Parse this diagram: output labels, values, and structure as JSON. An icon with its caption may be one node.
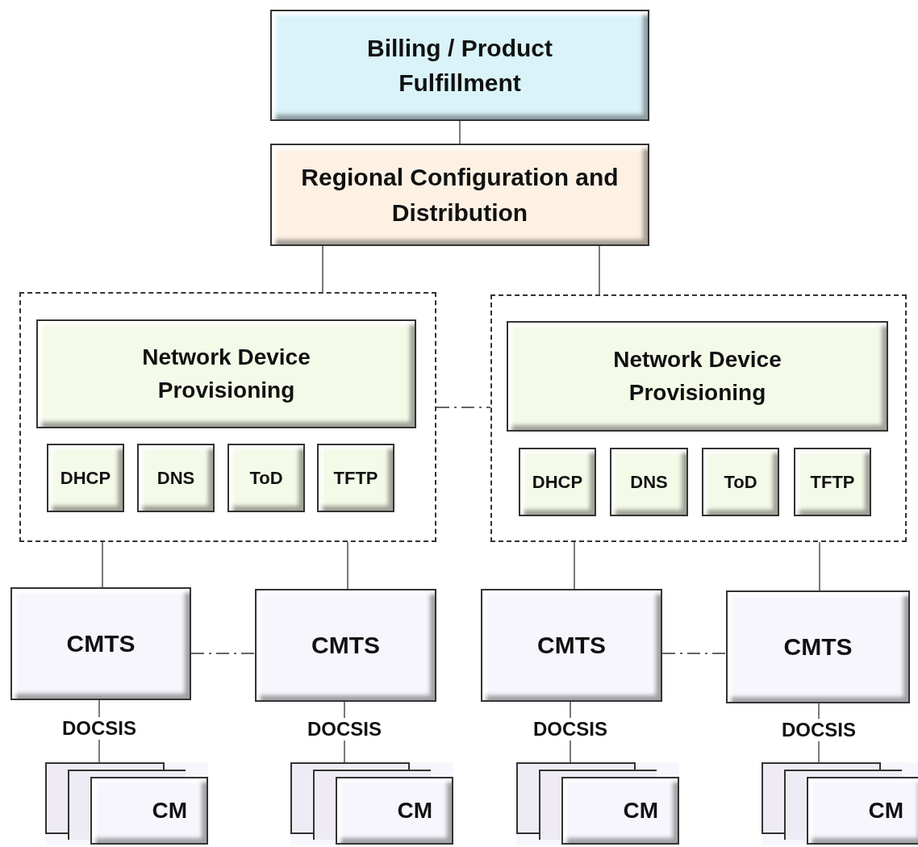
{
  "diagram": {
    "nodes": [
      {
        "text": [
          "Billing / Product Fulfillment"
        ]
      },
      {
        "text": [
          "Regional Configuration and Distribution"
        ]
      },
      {
        "text": [],
        "shape": "box"
      },
      {
        "text": [
          "Network Device Provisioning"
        ],
        "in": 2
      },
      {
        "text": [
          "DHCP"
        ],
        "in": 2
      },
      {
        "text": [
          "DNS"
        ],
        "in": 2
      },
      {
        "text": [
          "ToD"
        ],
        "in": 2
      },
      {
        "text": [
          "TFTP"
        ],
        "in": 2
      },
      {
        "text": [],
        "shape": "box"
      },
      {
        "text": [
          "Network Device Provisioning"
        ],
        "in": 8
      },
      {
        "text": [
          "DHCP"
        ],
        "in": 8
      },
      {
        "text": [
          "DNS"
        ],
        "in": 8
      },
      {
        "text": [
          "ToD"
        ],
        "in": 8
      },
      {
        "text": [
          "TFTP"
        ],
        "in": 8
      },
      {
        "text": [
          "CMTS"
        ]
      },
      {
        "text": [
          "CMTS"
        ]
      },
      {
        "text": [
          "CMTS"
        ]
      },
      {
        "text": [
          "CMTS"
        ]
      },
      {
        "text": [
          "CM"
        ]
      },
      {
        "text": [
          "CM"
        ]
      },
      {
        "text": [
          "CM"
        ]
      },
      {
        "text": [
          "CM"
        ]
      }
    ],
    "edges": [
      {
        "from": 0,
        "to": 1,
        "arrow": "none"
      },
      {
        "from": 1,
        "to": 2,
        "arrow": "none"
      },
      {
        "from": 1,
        "to": 8,
        "arrow": "none"
      },
      {
        "from": 2,
        "to": 8,
        "arrow": "none",
        "style": "dashed"
      },
      {
        "from": 2,
        "to": 14,
        "arrow": "none"
      },
      {
        "from": 2,
        "to": 15,
        "arrow": "none"
      },
      {
        "from": 8,
        "to": 16,
        "arrow": "none"
      },
      {
        "from": 8,
        "to": 17,
        "arrow": "none"
      },
      {
        "from": 14,
        "to": 15,
        "arrow": "none",
        "style": "dashed"
      },
      {
        "from": 16,
        "to": 17,
        "arrow": "none",
        "style": "dashed"
      },
      {
        "from": 14,
        "to": 18,
        "arrow": "none",
        "label": "DOCSIS"
      },
      {
        "from": 15,
        "to": 19,
        "arrow": "none",
        "label": "DOCSIS"
      },
      {
        "from": 16,
        "to": 20,
        "arrow": "none",
        "label": "DOCSIS"
      },
      {
        "from": 17,
        "to": 21,
        "arrow": "none",
        "label": "DOCSIS"
      }
    ]
  }
}
